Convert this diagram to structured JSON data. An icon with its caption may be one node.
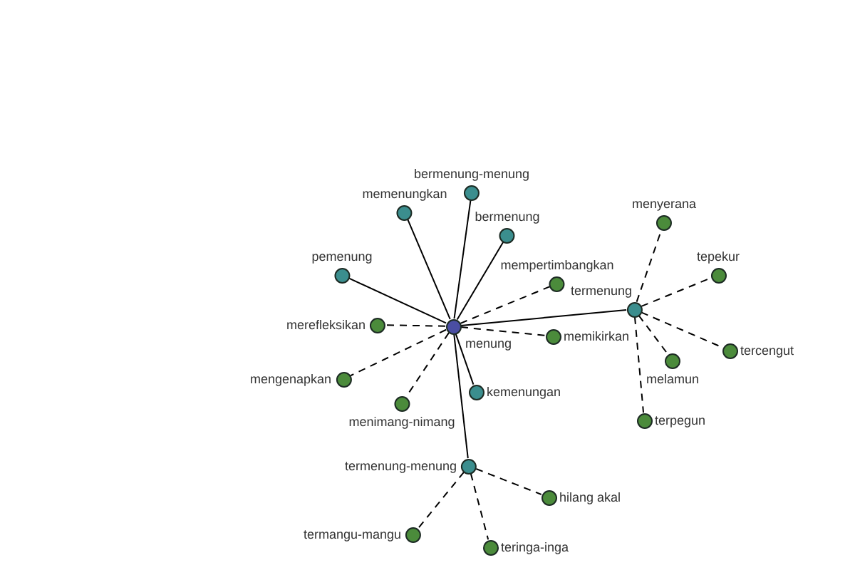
{
  "diagram": {
    "nodes": [
      {
        "text": [
          "bermenung-menung"
        ]
      },
      {
        "text": [
          "memenungkan"
        ]
      },
      {
        "text": [
          "menyerana"
        ]
      },
      {
        "text": [
          "bermenung"
        ]
      },
      {
        "text": [
          "tepekur"
        ]
      },
      {
        "text": [
          "pemenung"
        ]
      },
      {
        "text": [
          "mempertimbangkan"
        ]
      },
      {
        "text": [
          "termenung"
        ]
      },
      {
        "text": [
          "merefleksikan"
        ]
      },
      {
        "text": [
          "menung"
        ]
      },
      {
        "text": [
          "memikirkan"
        ]
      },
      {
        "text": [
          "tercengut"
        ]
      },
      {
        "text": [
          "melamun"
        ]
      },
      {
        "text": [
          "mengenapkan"
        ]
      },
      {
        "text": [
          "kemenungan"
        ]
      },
      {
        "text": [
          "menimang-nimang"
        ]
      },
      {
        "text": [
          "terpegun"
        ]
      },
      {
        "text": [
          "termenung-menung"
        ]
      },
      {
        "text": [
          "hilang akal"
        ]
      },
      {
        "text": [
          "termangu-mangu"
        ]
      },
      {
        "text": [
          "teringa-inga"
        ]
      }
    ],
    "edges": [
      {
        "from": 9,
        "to": 1,
        "arrow": "none"
      },
      {
        "from": 9,
        "to": 0,
        "arrow": "none"
      },
      {
        "from": 9,
        "to": 3,
        "arrow": "none"
      },
      {
        "from": 9,
        "to": 6,
        "arrow": "none",
        "style": "dashed"
      },
      {
        "from": 9,
        "to": 7,
        "arrow": "none"
      },
      {
        "from": 9,
        "to": 10,
        "arrow": "none",
        "style": "dashed"
      },
      {
        "from": 9,
        "to": 14,
        "arrow": "none"
      },
      {
        "from": 9,
        "to": 17,
        "arrow": "none"
      },
      {
        "from": 9,
        "to": 15,
        "arrow": "none",
        "style": "dashed"
      },
      {
        "from": 9,
        "to": 13,
        "arrow": "none",
        "style": "dashed"
      },
      {
        "from": 9,
        "to": 8,
        "arrow": "none",
        "style": "dashed"
      },
      {
        "from": 9,
        "to": 5,
        "arrow": "none"
      },
      {
        "from": 7,
        "to": 2,
        "arrow": "none",
        "style": "dashed"
      },
      {
        "from": 7,
        "to": 4,
        "arrow": "none",
        "style": "dashed"
      },
      {
        "from": 7,
        "to": 11,
        "arrow": "none",
        "style": "dashed"
      },
      {
        "from": 7,
        "to": 12,
        "arrow": "none",
        "style": "dashed"
      },
      {
        "from": 7,
        "to": 16,
        "arrow": "none",
        "style": "dashed"
      },
      {
        "from": 17,
        "to": 18,
        "arrow": "none",
        "style": "dashed"
      },
      {
        "from": 17,
        "to": 20,
        "arrow": "none",
        "style": "dashed"
      },
      {
        "from": 17,
        "to": 19,
        "arrow": "none",
        "style": "dashed"
      }
    ]
  }
}
